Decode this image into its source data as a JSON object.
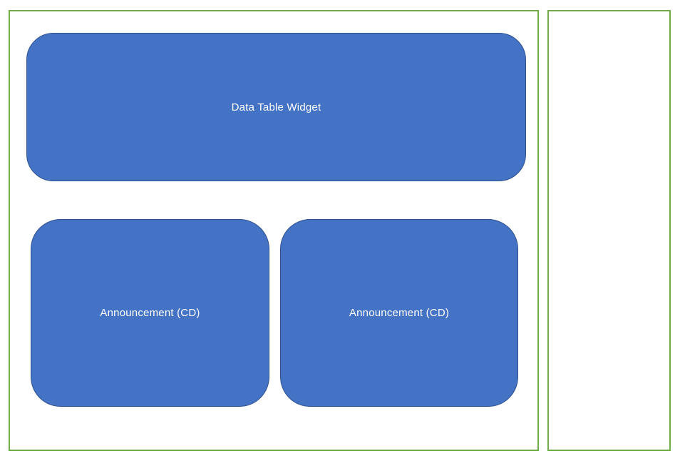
{
  "colors": {
    "background": "#ffffff",
    "container_border": "#70AD47",
    "widget_fill": "#4472C4",
    "widget_border": "#2F528F",
    "widget_text": "#ffffff"
  },
  "layout": {
    "main_panel": {
      "widgets": [
        {
          "id": "data-table-widget",
          "label": "Data Table Widget"
        },
        {
          "id": "announcement-widget-left",
          "label": "Announcement (CD)"
        },
        {
          "id": "announcement-widget-right",
          "label": "Announcement (CD)"
        }
      ]
    },
    "side_panel": {
      "widgets": []
    }
  }
}
